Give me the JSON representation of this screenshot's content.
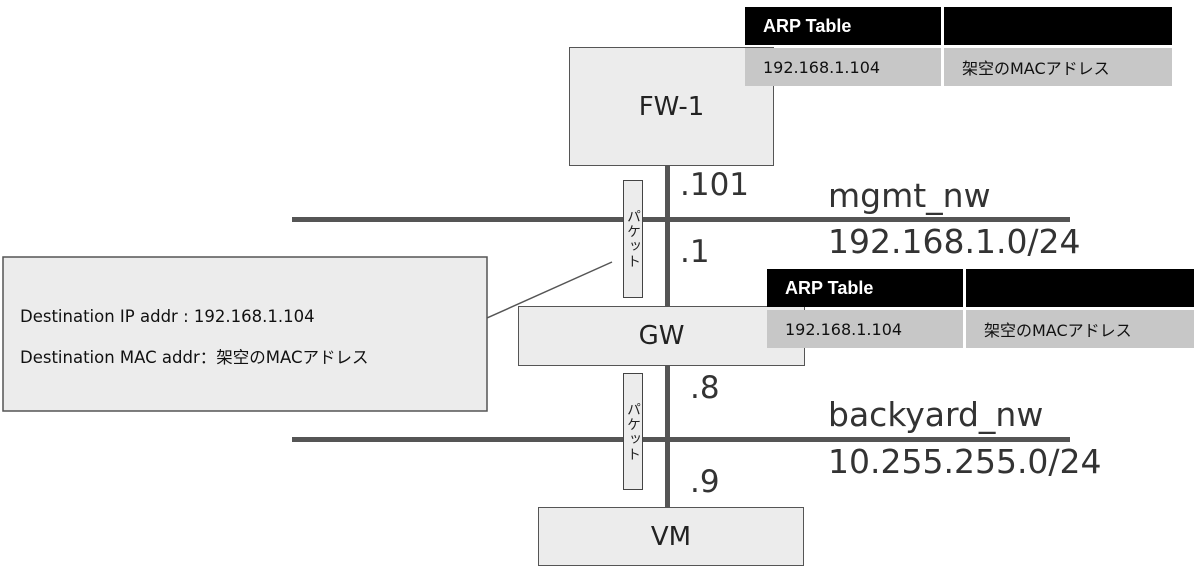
{
  "nodes": {
    "fw1": "FW-1",
    "gw": "GW",
    "vm": "VM"
  },
  "addresses": {
    "fw1_mgmt": ".101",
    "gw_mgmt": ".1",
    "gw_backyard": ".8",
    "vm_backyard": ".9"
  },
  "networks": {
    "mgmt": {
      "name": "mgmt_nw",
      "cidr": "192.168.1.0/24"
    },
    "backyard": {
      "name": "backyard_nw",
      "cidr": "10.255.255.0/24"
    }
  },
  "packets": {
    "upper": "パケット",
    "lower": "パケット"
  },
  "arp_fw1": {
    "header": "ARP Table",
    "header2": "",
    "ip": "192.168.1.104",
    "mac": "架空のMACアドレス"
  },
  "arp_gw": {
    "header": "ARP Table",
    "header2": "",
    "ip": "192.168.1.104",
    "mac": "架空のMACアドレス"
  },
  "callout": {
    "line1": "Destination IP addr : 192.168.1.104",
    "line2": "Destination MAC addr：架空のMACアドレス"
  },
  "colors": {
    "line": "#555555",
    "box_fill": "#ececec",
    "table_header": "#000000",
    "table_cell": "#c7c7c7"
  }
}
